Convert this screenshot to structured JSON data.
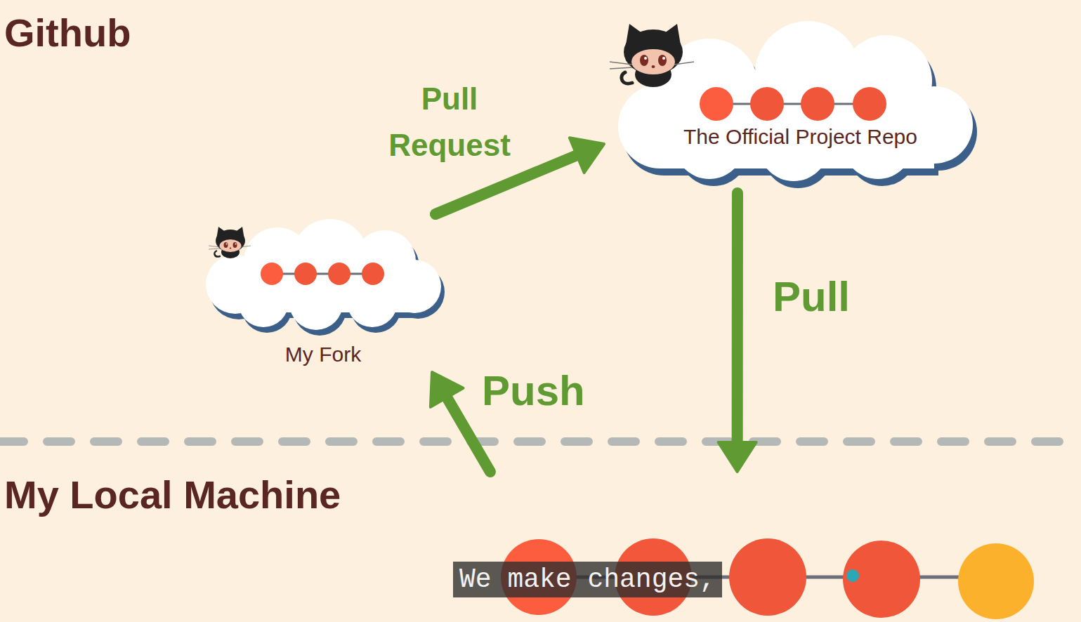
{
  "diagram": {
    "nodes": [
      {
        "text": [
          "Github"
        ]
      },
      {
        "text": [
          "My Fork"
        ],
        "in": 0
      },
      {
        "text": [
          "The Official Project Repo"
        ],
        "in": 0
      },
      {
        "text": [
          "My Local Machine"
        ]
      }
    ],
    "edges": [
      {
        "from": 1,
        "to": 2,
        "arrow": "to",
        "label": "Pull Request"
      },
      {
        "from": 2,
        "to": 3,
        "arrow": "to",
        "label": "Pull"
      },
      {
        "from": 3,
        "to": 1,
        "arrow": "to",
        "label": "Push"
      }
    ],
    "labels": [
      "We make changes,"
    ]
  }
}
